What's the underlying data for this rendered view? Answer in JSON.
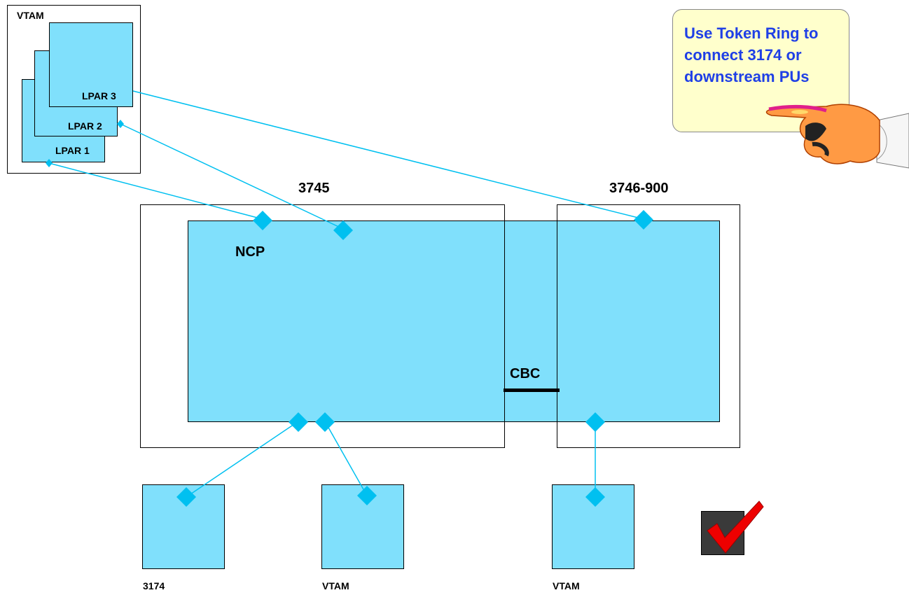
{
  "host": {
    "title": "VTAM",
    "lpars": [
      "LPAR 3",
      "LPAR 2",
      "LPAR 1"
    ]
  },
  "controller_3745": {
    "title": "3745",
    "program": "NCP"
  },
  "controller_3746": {
    "title": "3746-900"
  },
  "cbc": {
    "label": "CBC"
  },
  "devices": [
    {
      "label": "3174"
    },
    {
      "label": "VTAM"
    },
    {
      "label": "VTAM"
    }
  ],
  "callout": {
    "text": "Use Token Ring to connect 3174 or downstream PUs"
  },
  "colors": {
    "fill": "#80e0fc",
    "connector": "#00c0f0",
    "callout_bg": "#ffffcc",
    "callout_text": "#1f3fe6",
    "check": "#ee0000"
  },
  "icons": [
    "pointing-hand-icon",
    "checkmark-icon"
  ]
}
